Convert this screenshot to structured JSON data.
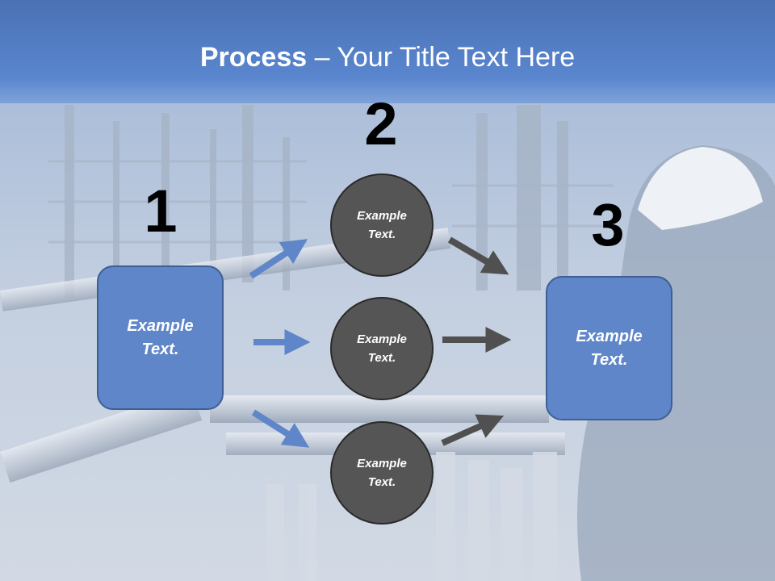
{
  "slide": {
    "title_bold": "Process",
    "title_rest": " – Your Title Text Here"
  },
  "steps": {
    "one": {
      "number": "1",
      "text": "Example Text."
    },
    "two": {
      "number": "2"
    },
    "three": {
      "number": "3",
      "text": "Example Text."
    }
  },
  "circles": [
    {
      "text": "Example Text."
    },
    {
      "text": "Example Text."
    },
    {
      "text": "Example Text."
    }
  ],
  "colors": {
    "header_blue": "#4a78c0",
    "box_fill": "#5f86c9",
    "circle_fill": "#555555",
    "arrow_blue": "#5f86c9",
    "arrow_gray": "#505050"
  }
}
